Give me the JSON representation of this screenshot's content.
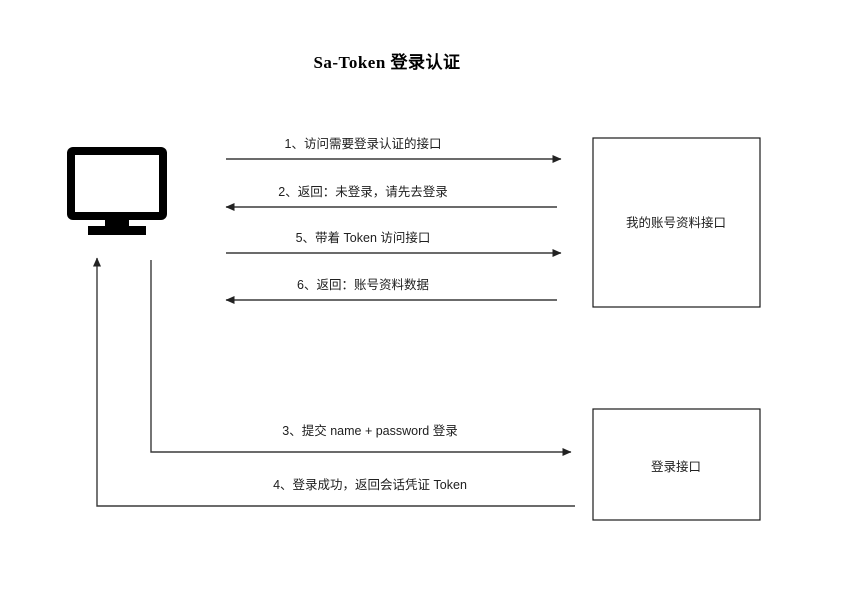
{
  "title": "Sa-Token 登录认证",
  "actors": {
    "client": {
      "icon": "desktop-monitor-icon",
      "label": ""
    },
    "profile_api": {
      "label": "我的账号资料接口"
    },
    "login_api": {
      "label": "登录接口"
    }
  },
  "flows": [
    {
      "step": "1",
      "label": "1、访问需要登录认证的接口",
      "direction": "right",
      "from": "client",
      "to": "profile_api"
    },
    {
      "step": "2",
      "label": "2、返回：未登录，请先去登录",
      "direction": "left",
      "from": "profile_api",
      "to": "client"
    },
    {
      "step": "5",
      "label": "5、带着 Token 访问接口",
      "direction": "right",
      "from": "client",
      "to": "profile_api"
    },
    {
      "step": "6",
      "label": "6、返回：账号资料数据",
      "direction": "left",
      "from": "profile_api",
      "to": "client"
    },
    {
      "step": "3",
      "label": "3、提交 name + password 登录",
      "direction": "right",
      "from": "client",
      "to": "login_api"
    },
    {
      "step": "4",
      "label": "4、登录成功，返回会话凭证 Token",
      "direction": "left",
      "from": "login_api",
      "to": "client"
    }
  ],
  "colors": {
    "background": "#ffffff",
    "line": "#3a3a3a",
    "box_border": "#1a1a1a",
    "text": "#202020",
    "icon": "#000000"
  }
}
